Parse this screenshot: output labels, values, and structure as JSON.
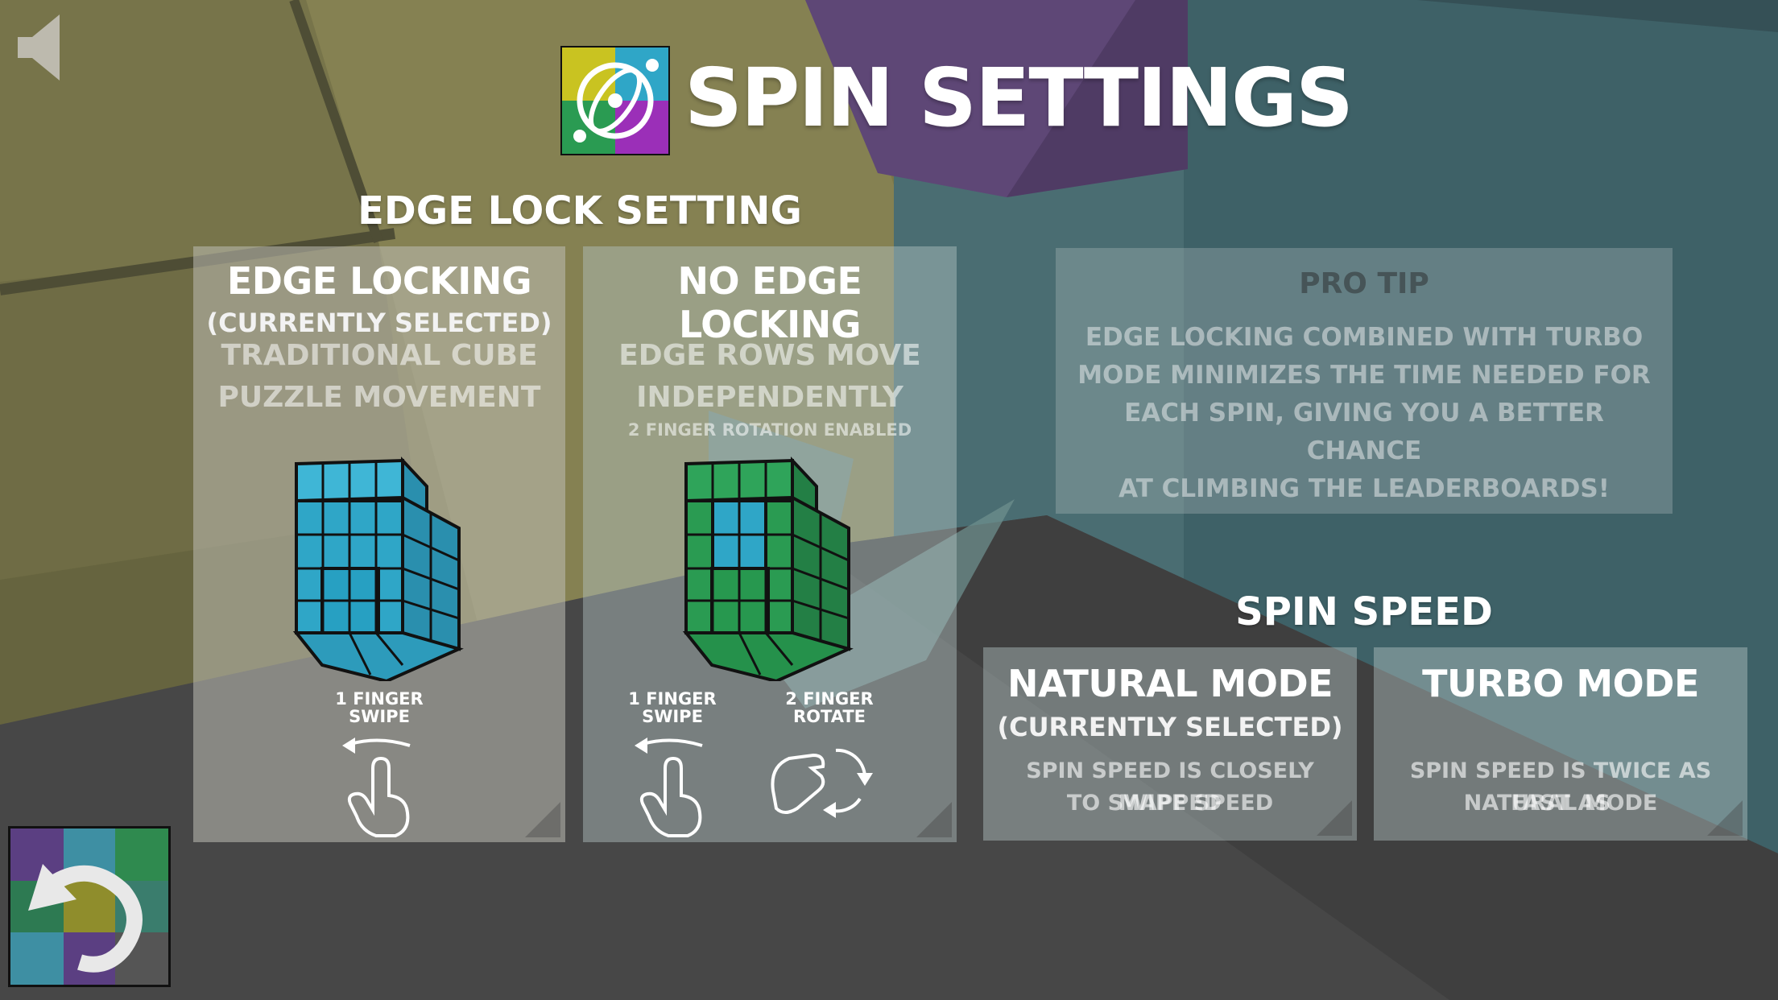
{
  "page": {
    "title": "SPIN SETTINGS",
    "title_icon": "atom-orbit-icon"
  },
  "edge_lock": {
    "heading": "EDGE LOCK SETTING",
    "options": [
      {
        "title": "EDGE LOCKING",
        "selected_label": "(CURRENTLY SELECTED)",
        "description_lines": [
          "TRADITIONAL CUBE",
          "PUZZLE MOVEMENT"
        ],
        "gestures": [
          {
            "label_lines": [
              "1 FINGER",
              "SWIPE"
            ],
            "icon": "finger-swipe-icon"
          }
        ],
        "cube_colors": [
          "#2fa6c7"
        ]
      },
      {
        "title": "NO EDGE LOCKING",
        "description_lines": [
          "EDGE ROWS MOVE",
          "INDEPENDENTLY"
        ],
        "note": "2 FINGER ROTATION ENABLED",
        "gestures": [
          {
            "label_lines": [
              "1 FINGER",
              "SWIPE"
            ],
            "icon": "finger-swipe-icon"
          },
          {
            "label_lines": [
              "2 FINGER",
              "ROTATE"
            ],
            "icon": "two-finger-rotate-icon"
          }
        ],
        "cube_colors": [
          "#2a9b52",
          "#2fa6c7"
        ]
      }
    ]
  },
  "pro_tip": {
    "title": "PRO TIP",
    "lines": [
      "EDGE LOCKING COMBINED WITH TURBO",
      "MODE MINIMIZES THE TIME NEEDED FOR",
      "EACH SPIN, GIVING YOU A BETTER CHANCE",
      "AT CLIMBING THE LEADERBOARDS!"
    ]
  },
  "spin_speed": {
    "heading": "SPIN SPEED",
    "options": [
      {
        "title": "NATURAL MODE",
        "selected_label": "(CURRENTLY SELECTED)",
        "description_lines": [
          "SPIN SPEED IS CLOSELY MAPPED",
          "TO SWIPE SPEED"
        ]
      },
      {
        "title": "TURBO MODE",
        "description_lines": [
          "SPIN SPEED IS TWICE AS FAST AS",
          "NATURAL MODE"
        ]
      }
    ]
  },
  "controls": {
    "sound_icon": "speaker-icon",
    "back_icon": "undo-arrow-icon"
  },
  "colors": {
    "olive_wall": "#7d7a4a",
    "teal_wall": "#3e6066",
    "purple_cube": "#5e4775",
    "floor": "#474747",
    "blue_cube": "#2fa6c7",
    "green_cube": "#2a9b52"
  }
}
